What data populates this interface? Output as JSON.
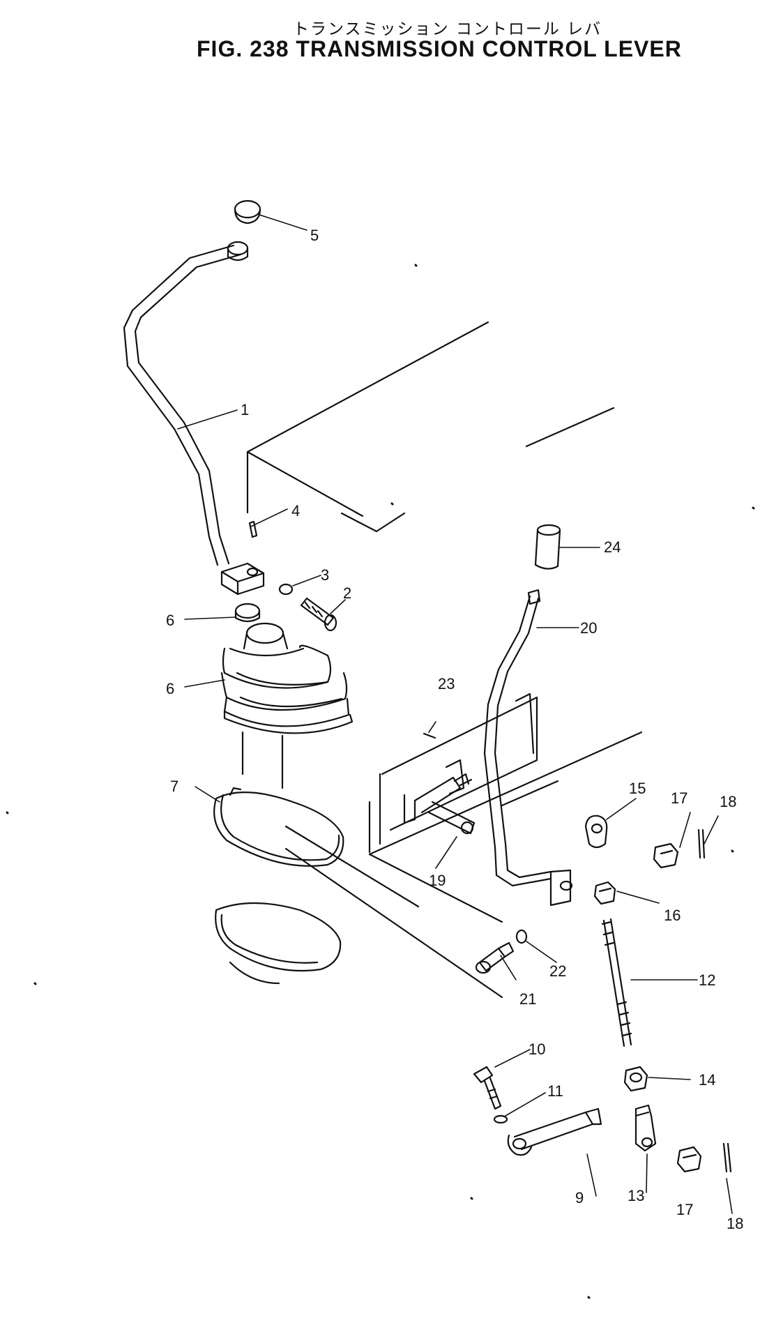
{
  "title": {
    "japanese": "トランスミッション コントロール レバ",
    "english": "FIG. 238  TRANSMISSION  CONTROL  LEVER"
  },
  "callouts": {
    "c1": "1",
    "c2": "2",
    "c3": "3",
    "c4": "4",
    "c5": "5",
    "c6a": "6",
    "c6b": "6",
    "c7": "7",
    "c9": "9",
    "c10": "10",
    "c11": "11",
    "c12": "12",
    "c13": "13",
    "c14": "14",
    "c15": "15",
    "c16": "16",
    "c17a": "17",
    "c17b": "17",
    "c18a": "18",
    "c18b": "18",
    "c19": "19",
    "c20": "20",
    "c21": "21",
    "c22": "22",
    "c23": "23",
    "c24": "24"
  }
}
